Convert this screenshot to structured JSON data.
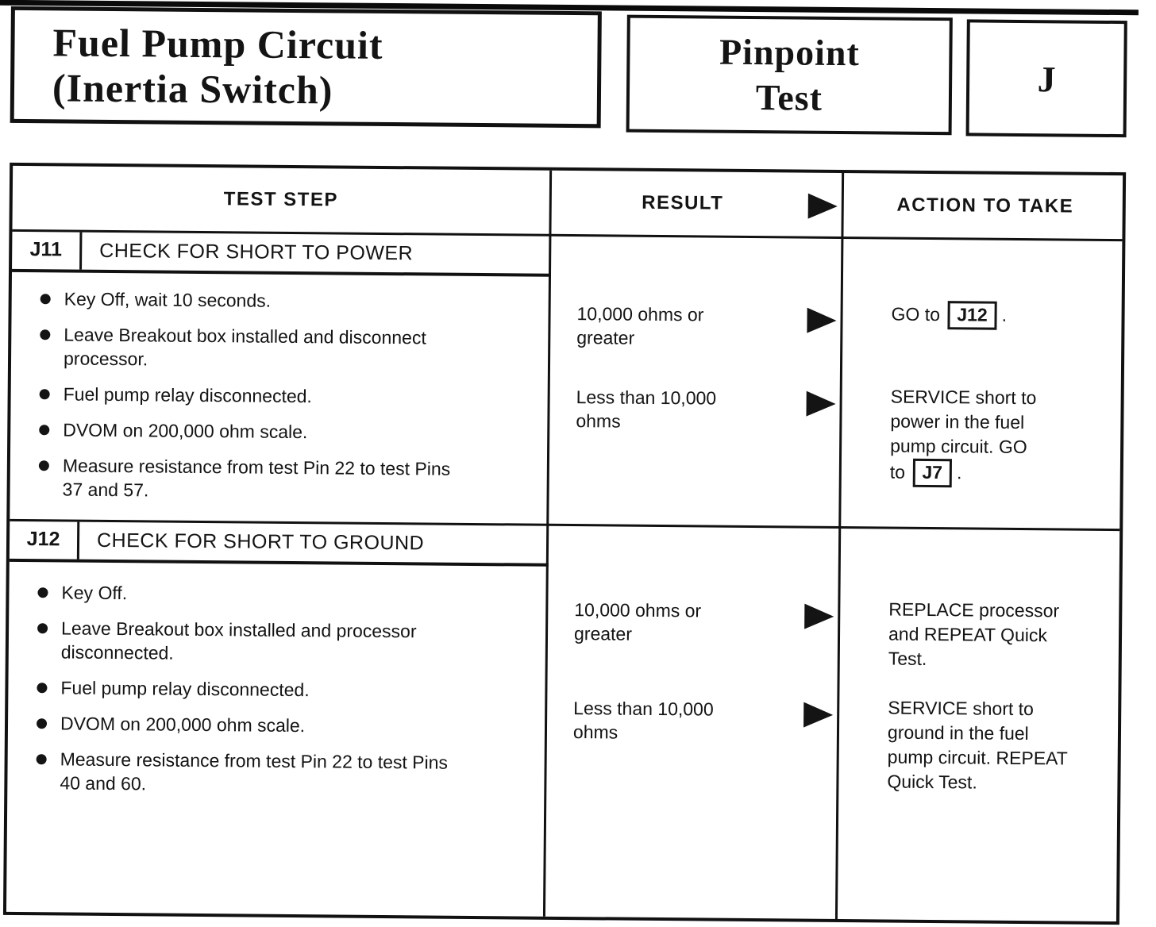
{
  "colors": {
    "ink": "#141414",
    "paper": "#ffffff"
  },
  "header": {
    "title_lines": [
      "Fuel Pump Circuit",
      "(Inertia Switch)"
    ],
    "doc_type_lines": [
      "Pinpoint",
      "Test"
    ],
    "section_letter": "J"
  },
  "table": {
    "headers": {
      "test_step": "TEST STEP",
      "result": "RESULT",
      "action": "ACTION TO TAKE"
    },
    "rows": [
      {
        "id": "J11",
        "title": "CHECK FOR SHORT TO POWER",
        "steps": [
          "Key Off, wait 10 seconds.",
          "Leave Breakout box installed and disconnect\nprocessor.",
          "Fuel pump relay disconnected.",
          "DVOM on 200,000 ohm scale.",
          "Measure resistance from test Pin 22 to test Pins\n37 and 57."
        ],
        "outcomes": [
          {
            "result": "10,000 ohms or\ngreater",
            "action": [
              {
                "text": "GO to "
              },
              {
                "ref": "J12"
              },
              {
                "text": "."
              }
            ]
          },
          {
            "result": "Less than 10,000\nohms",
            "action": [
              {
                "text": "SERVICE short to\npower in the fuel\npump circuit. GO\nto "
              },
              {
                "ref": "J7"
              },
              {
                "text": "."
              }
            ]
          }
        ]
      },
      {
        "id": "J12",
        "title": "CHECK FOR SHORT TO GROUND",
        "steps": [
          "Key Off.",
          "Leave Breakout box installed and processor\ndisconnected.",
          "Fuel pump relay disconnected.",
          "DVOM on 200,000 ohm scale.",
          "Measure resistance from test Pin 22 to test Pins\n40 and 60."
        ],
        "outcomes": [
          {
            "result": "10,000 ohms or\ngreater",
            "action": [
              {
                "text": "REPLACE processor\nand REPEAT Quick\nTest."
              }
            ]
          },
          {
            "result": "Less than 10,000\nohms",
            "action": [
              {
                "text": "SERVICE short to\nground in the fuel\npump circuit. REPEAT\nQuick Test."
              }
            ]
          }
        ]
      }
    ]
  }
}
